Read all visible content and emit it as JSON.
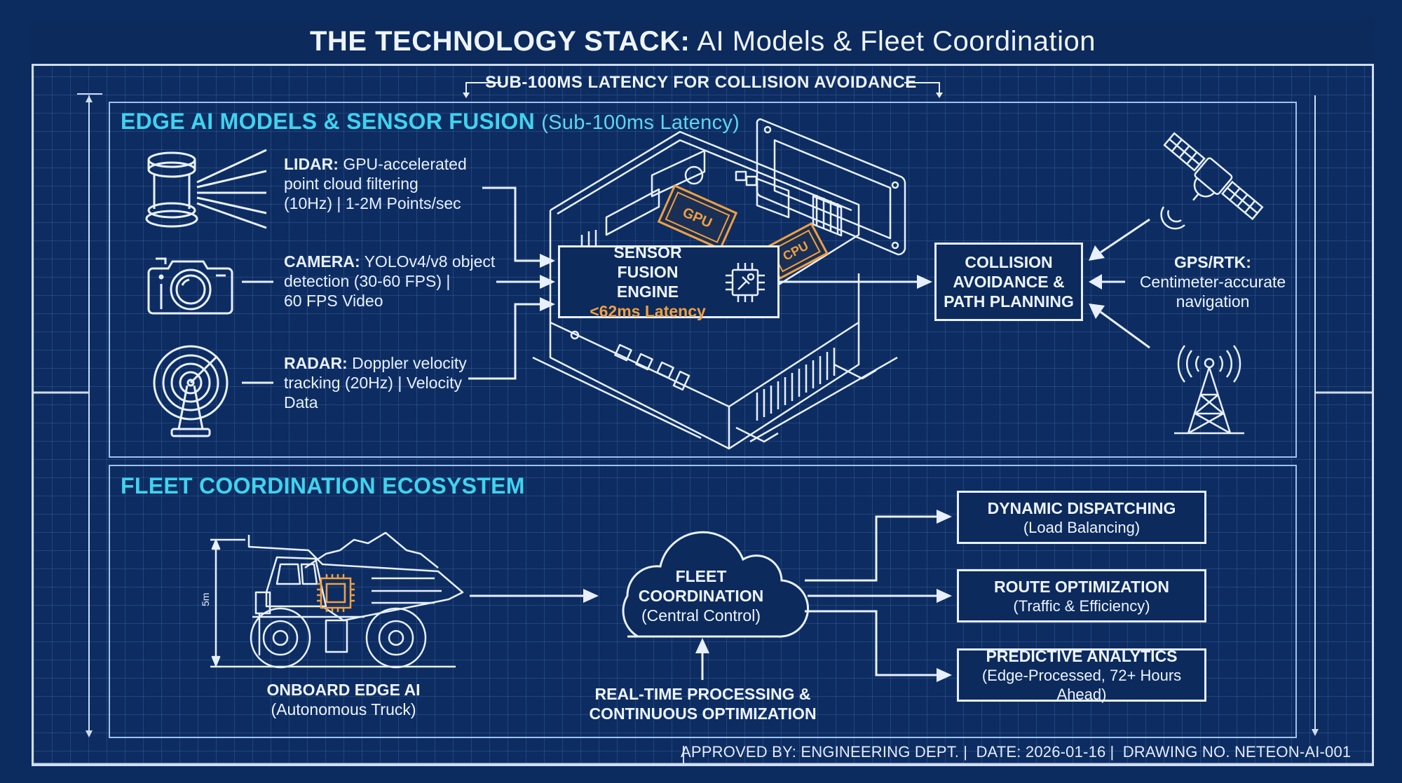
{
  "header": {
    "title_bold": "THE TECHNOLOGY STACK:",
    "title_light": "AI Models & Fleet Coordination",
    "latency_banner": "SUB-100MS LATENCY FOR COLLISION AVOIDANCE"
  },
  "edge_panel": {
    "title": "EDGE AI MODELS & SENSOR FUSION",
    "title_sub": "(Sub-100ms Latency)",
    "sensors": [
      {
        "icon": "lidar-icon",
        "label": "LIDAR:",
        "lines": [
          "GPU-accelerated",
          "point cloud filtering",
          "(10Hz) | 1-2M Points/sec"
        ]
      },
      {
        "icon": "camera-icon",
        "label": "CAMERA:",
        "lines": [
          "YOLOv4/v8 object",
          "detection (30-60 FPS) |",
          "60 FPS Video"
        ]
      },
      {
        "icon": "radar-icon",
        "label": "RADAR:",
        "lines": [
          "Doppler velocity",
          "tracking (20Hz) | Velocity",
          "Data"
        ]
      }
    ],
    "fusion_engine": {
      "line1": "SENSOR FUSION",
      "line2": "ENGINE",
      "latency": "<62ms Latency",
      "icon": "ai-chip-icon"
    },
    "hardware_chips": {
      "gpu": "GPU",
      "cpu": "CPU"
    },
    "collision_box": {
      "lines": [
        "COLLISION",
        "AVOIDANCE &",
        "PATH PLANNING"
      ]
    },
    "gps": {
      "label": "GPS/RTK:",
      "lines": [
        "Centimeter-accurate",
        "navigation"
      ]
    }
  },
  "fleet_panel": {
    "title": "FLEET COORDINATION ECOSYSTEM",
    "truck": {
      "label": "ONBOARD EDGE AI",
      "sub": "(Autonomous Truck)",
      "dimension": "5m"
    },
    "cloud": {
      "line1": "FLEET",
      "line2": "COORDINATION",
      "sub": "(Central Control)"
    },
    "processing": {
      "line1": "REAL-TIME PROCESSING &",
      "line2": "CONTINUOUS OPTIMIZATION"
    },
    "outputs": [
      {
        "title": "DYNAMIC DISPATCHING",
        "sub": "(Load Balancing)"
      },
      {
        "title": "ROUTE OPTIMIZATION",
        "sub": "(Traffic & Efficiency)"
      },
      {
        "title": "PREDICTIVE ANALYTICS",
        "sub": "(Edge-Processed, 72+ Hours Ahead)"
      }
    ]
  },
  "footer": {
    "approved": "APPROVED BY: ENGINEERING DEPT.",
    "date": "DATE: 2026-01-16",
    "drawing": "DRAWING NO. NETEON-AI-001"
  },
  "colors": {
    "background": "#0c2b5e",
    "line": "#e8f0ff",
    "accent_cyan": "#3fd3ef",
    "accent_orange": "#f0a040"
  }
}
